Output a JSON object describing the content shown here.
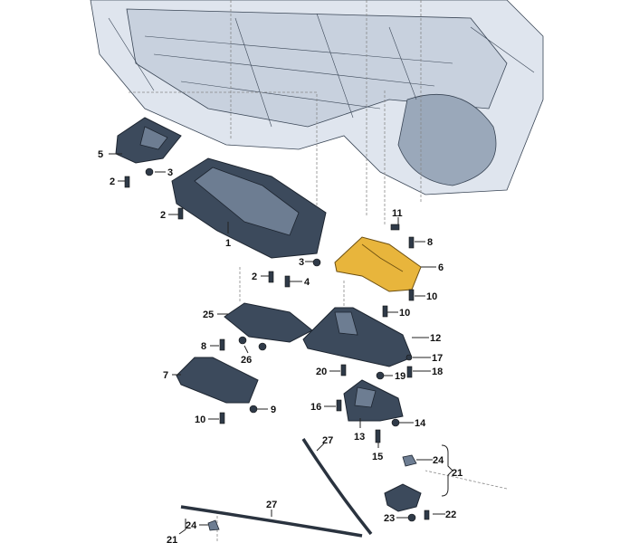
{
  "diagram": {
    "title": "Underbody panels exploded view",
    "highlight_color": "#e8b53c",
    "part_color": "#3c4a5c",
    "callouts": [
      {
        "label": "5"
      },
      {
        "label": "3"
      },
      {
        "label": "2"
      },
      {
        "label": "2"
      },
      {
        "label": "1"
      },
      {
        "label": "11"
      },
      {
        "label": "8"
      },
      {
        "label": "3"
      },
      {
        "label": "2"
      },
      {
        "label": "4"
      },
      {
        "label": "6"
      },
      {
        "label": "10"
      },
      {
        "label": "10"
      },
      {
        "label": "25"
      },
      {
        "label": "12"
      },
      {
        "label": "8"
      },
      {
        "label": "26"
      },
      {
        "label": "17"
      },
      {
        "label": "7"
      },
      {
        "label": "20"
      },
      {
        "label": "19"
      },
      {
        "label": "18"
      },
      {
        "label": "16"
      },
      {
        "label": "9"
      },
      {
        "label": "10"
      },
      {
        "label": "14"
      },
      {
        "label": "13"
      },
      {
        "label": "27"
      },
      {
        "label": "15"
      },
      {
        "label": "24"
      },
      {
        "label": "21"
      },
      {
        "label": "27"
      },
      {
        "label": "22"
      },
      {
        "label": "23"
      },
      {
        "label": "24"
      },
      {
        "label": "21"
      }
    ]
  }
}
